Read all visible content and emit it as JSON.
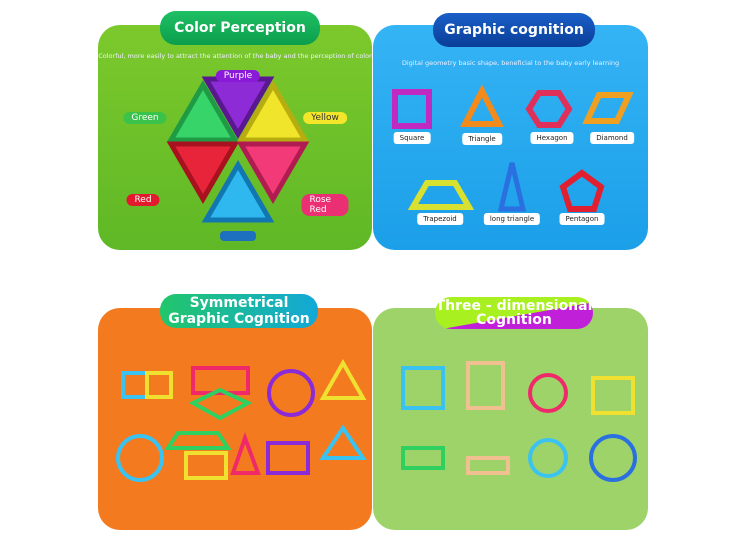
{
  "color_perception": {
    "title": "Color Perception",
    "subtitle": "Colorful, more easily to attract the attention of the baby and the perception of color",
    "labels": {
      "purple": "Purple",
      "green": "Green",
      "yellow": "Yellow",
      "red": "Red",
      "rose_red": "Rose Red"
    }
  },
  "graphic_cognition": {
    "title": "Graphic cognition",
    "subtitle": "Digital geometry basic shape, beneficial to the baby early learning",
    "shapes": [
      "Square",
      "Triangle",
      "Hexagon",
      "Diamond",
      "Trapezoid",
      "long triangle",
      "Pentagon"
    ]
  },
  "symmetrical": {
    "title_line1": "Symmetrical",
    "title_line2": "Graphic Cognition"
  },
  "three_d": {
    "title_line1": "Three - dimensional",
    "title_line2": "Cognition"
  },
  "colors": {
    "green_panel": "#6cc22a",
    "blue_panel": "#2aa8f0",
    "orange_panel": "#f37a1e",
    "lightgreen_panel": "#9ed36a"
  }
}
